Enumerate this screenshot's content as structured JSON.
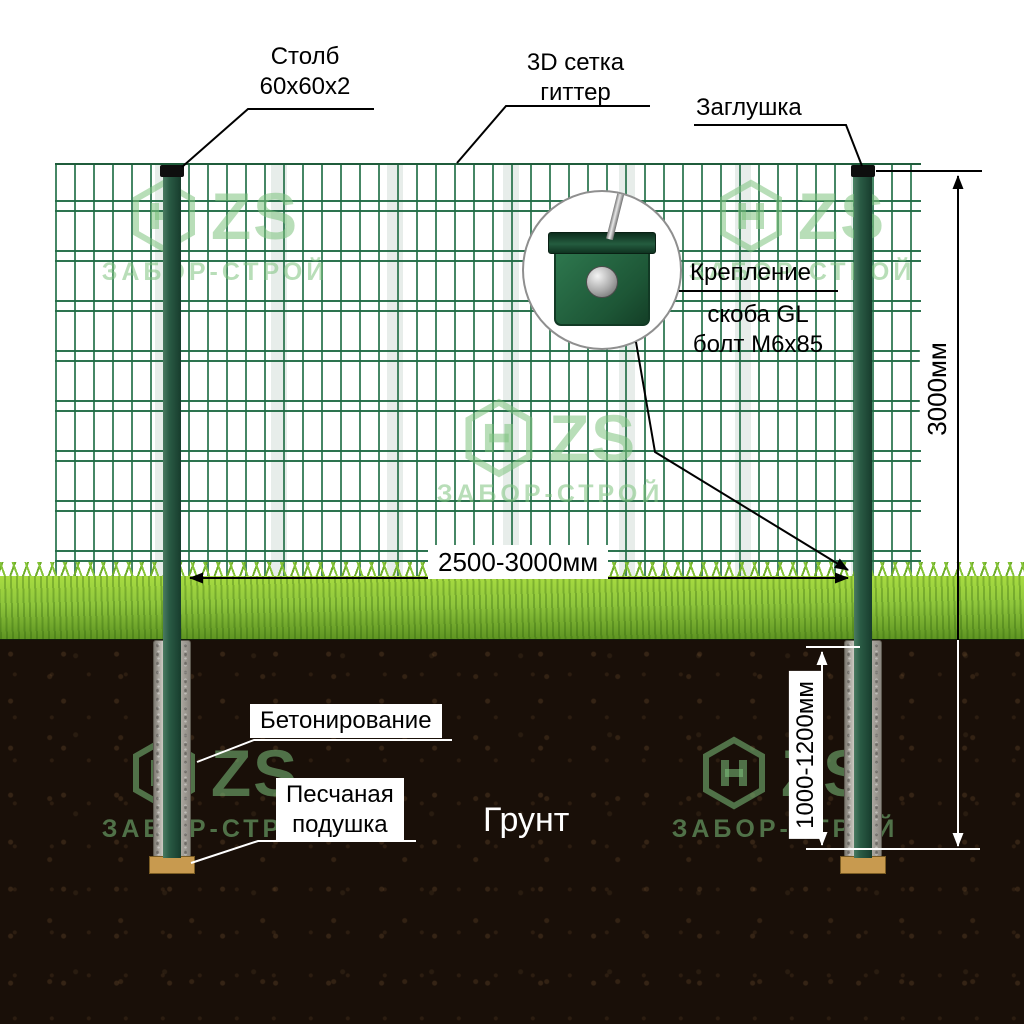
{
  "labels": {
    "post_line1": "Столб",
    "post_line2": "60х60х2",
    "mesh_line1": "3D сетка",
    "mesh_line2": "гиттер",
    "cap": "Заглушка",
    "fastening_title": "Крепление",
    "fastening_line1": "скоба  GL",
    "fastening_line2": "болт М6х85",
    "span": "2500-3000мм",
    "height": "3000мм",
    "depth": "1000-1200мм",
    "concrete": "Бетонирование",
    "sand_line1": "Песчаная",
    "sand_line2": "подушка",
    "ground": "Грунт"
  },
  "watermark": {
    "logo": "ZS",
    "caption": "ЗАБОР-СТРОЙ"
  },
  "colors": {
    "mesh_green": "#226c46",
    "post_green": "#2a5b45",
    "grass_green": "#8fc63c",
    "soil_brown": "#190f08",
    "concrete_gray": "#bcb8b0",
    "sand_tan": "#c89a4f"
  }
}
